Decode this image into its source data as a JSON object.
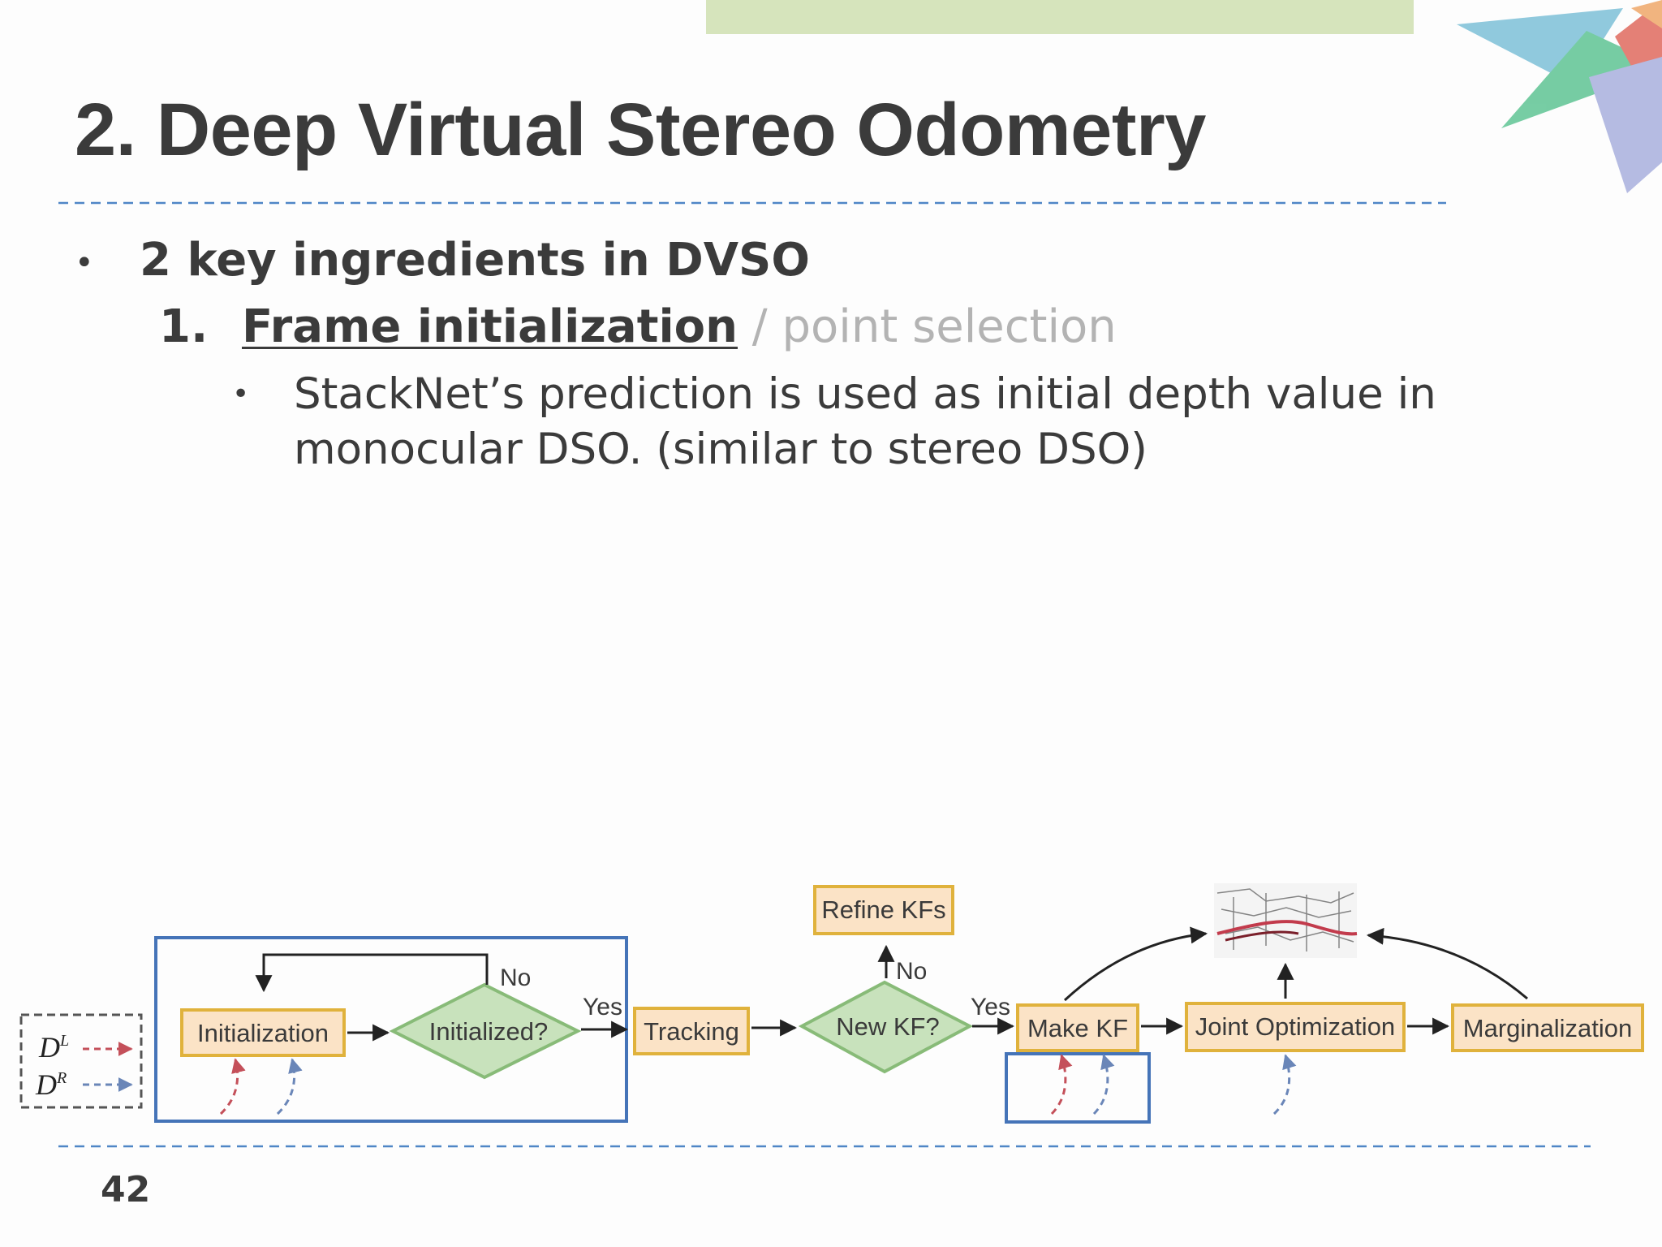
{
  "slide": {
    "title": "2. Deep Virtual Stereo Odometry",
    "bullet": "2 key ingredients in DVSO",
    "item_number": "1.",
    "item_emphasis": "Frame initialization",
    "item_rest": " / point selection",
    "sub_bullet_line1": "StackNet’s prediction is used as initial depth value in",
    "sub_bullet_line2": "monocular DSO. (similar to stereo DSO)",
    "page_number": "42"
  },
  "diagram": {
    "inputs": {
      "left_symbol": "D",
      "left_sup": "L",
      "right_symbol": "D",
      "right_sup": "R"
    },
    "nodes": {
      "initialization": "Initialization",
      "initialized_q": "Initialized?",
      "tracking": "Tracking",
      "new_kf_q": "New KF?",
      "refine_kfs": "Refine KFs",
      "make_kf": "Make KF",
      "joint_opt": "Joint Optimization",
      "marginalization": "Marginalization"
    },
    "edge_labels": {
      "no_1": "No",
      "yes_1": "Yes",
      "no_2": "No",
      "yes_2": "Yes"
    },
    "colors": {
      "box_fill": "#fbe3c6",
      "box_border": "#e0b23c",
      "diamond_fill": "#c8e2bc",
      "diamond_border": "#88bb78",
      "highlight_border": "#4574b8",
      "left_depth_arrow": "#c4505a",
      "right_depth_arrow": "#6a86b8"
    }
  },
  "decoration": {
    "top_bar_color": "#d6e4bc"
  }
}
